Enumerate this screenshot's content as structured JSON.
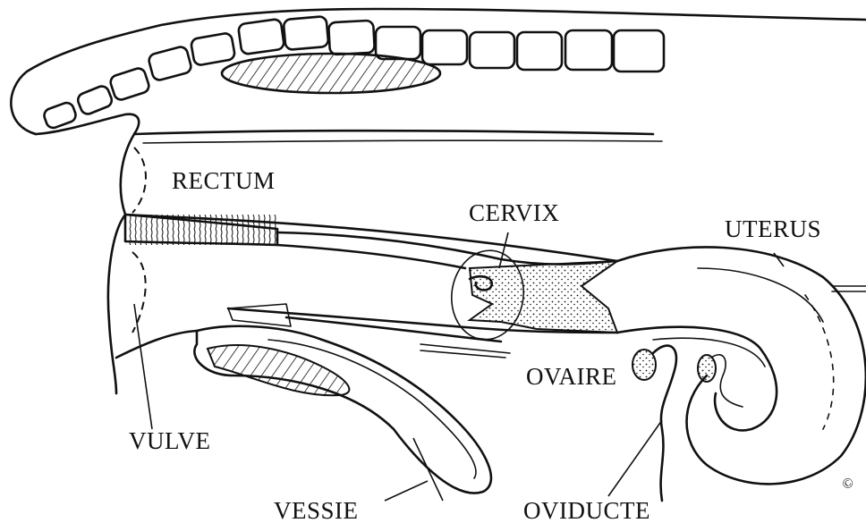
{
  "labels": {
    "rectum": "RECTUM",
    "cervix": "CERVIX",
    "uterus": "UTERUS",
    "ovaire": "OVAIRE",
    "vulve": "VULVE",
    "vessie": "VESSIE",
    "oviducte": "OVIDUCTE",
    "copyright": "©"
  },
  "colors": {
    "ink": "#111111",
    "background": "#ffffff"
  }
}
